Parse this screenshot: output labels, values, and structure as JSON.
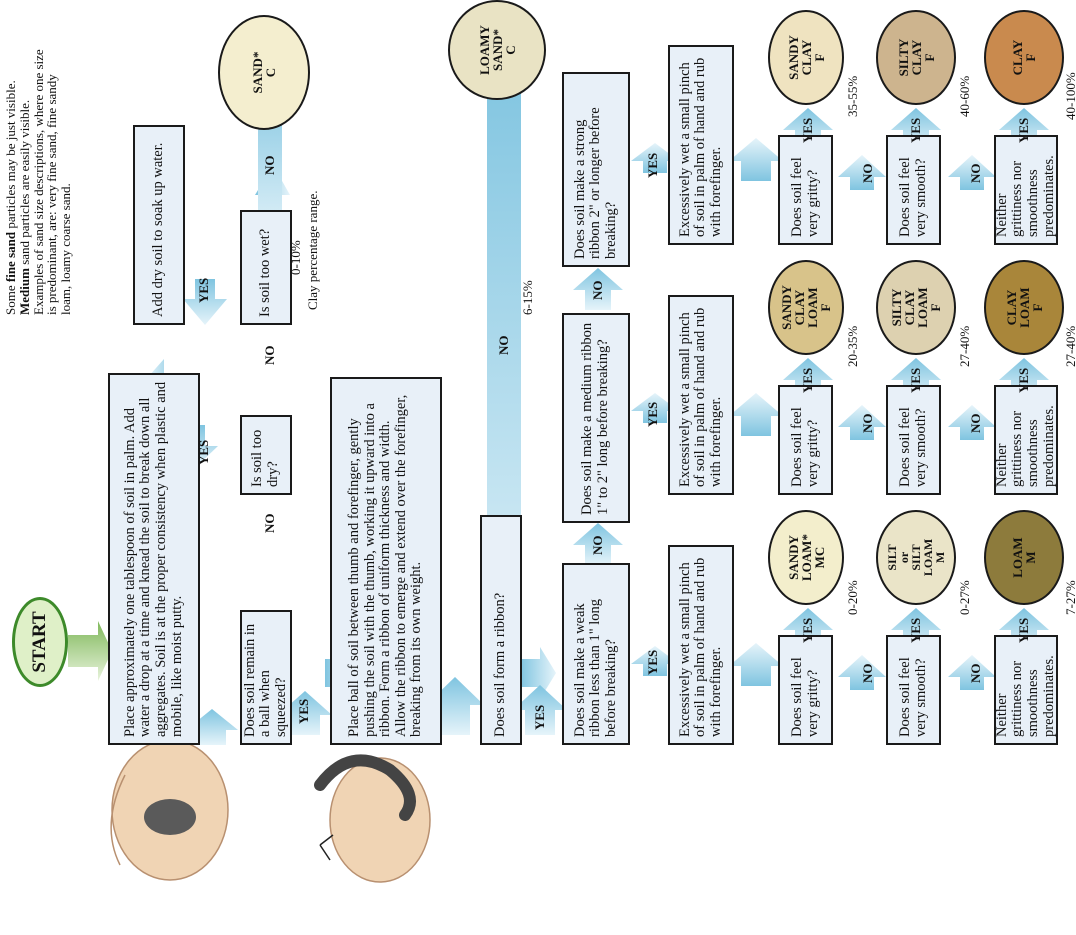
{
  "start_label": "START",
  "intro_note": {
    "line1_prefix": "Some",
    "line1_bold": "fine sand",
    "line1_rest": " particles may be just visible.",
    "line2_bold": "Medium",
    "line2_rest": " sand particles are easily visible.",
    "line3": "Examples of sand size descriptions, where one size",
    "line4": "is predominant, are:  very fine sand, fine sandy",
    "line5": "loam, loamy coarse sand."
  },
  "steps": {
    "place_soil": "Place approximately one tablespoon of soil in palm. Add water a drop at a time and knead the soil to break down all aggregates. Soil is at the proper consistency when plastic and mobile, like moist putty.",
    "ball_question": "Does soil remain in a ball when squeezed?",
    "too_dry": "Is soil too dry?",
    "too_wet": "Is soil too wet?",
    "add_dry": "Add dry soil to soak up water.",
    "ribbon_instruction": "Place ball of soil between thumb and forefinger, gently pushing the soil with the thumb, working it upward into a ribbon. Form a ribbon of uniform thickness and width. Allow the ribbon to emerge and extend over the forefinger, breaking from its own weight.",
    "form_ribbon": "Does soil form a ribbon?",
    "weak_ribbon": "Does soil make a weak ribbon less than 1\" long before breaking?",
    "medium_ribbon": "Does soil make a medium ribbon 1\" to 2\" long before breaking?",
    "strong_ribbon": "Does soil make a strong ribbon 2\" or longer before breaking?",
    "wet_pinch": "Excessively wet a small pinch of soil in palm of hand and rub with forefinger.",
    "gritty": "Does soil feel very gritty?",
    "smooth": "Does soil feel very smooth?",
    "neither": "Neither grittiness nor smoothness predominates."
  },
  "answers": {
    "yes": "YES",
    "no": "NO"
  },
  "clay_note": "Clay percentage range.",
  "results": {
    "sand": {
      "l1": "SAND*",
      "l2": "",
      "l3": "C",
      "pct": "0-10%",
      "color": "#f4eecf"
    },
    "loamy_sand": {
      "l1": "LOAMY",
      "l2": "SAND*",
      "l3": "C",
      "pct": "6-15%",
      "color": "#e9e3c4"
    },
    "sandy_loam": {
      "l1": "SANDY",
      "l2": "LOAM*",
      "l3": "MC",
      "pct": "0-20%",
      "color": "#f3eecc"
    },
    "silt_loam": {
      "l1": "SILT",
      "l2": "or",
      "l3": "SILT",
      "l4": "LOAM",
      "l5": "M",
      "pct": "0-27%",
      "color": "#eae4c8"
    },
    "loam": {
      "l1": "LOAM",
      "l2": "M",
      "pct": "7-27%",
      "color": "#8d7b3c"
    },
    "sandy_clay_loam": {
      "l1": "SANDY",
      "l2": "CLAY",
      "l3": "LOAM",
      "l4": "F",
      "pct": "20-35%",
      "color": "#d8c38a"
    },
    "silty_clay_loam": {
      "l1": "SILTY",
      "l2": "CLAY",
      "l3": "LOAM",
      "l4": "F",
      "pct": "27-40%",
      "color": "#ddd1b0"
    },
    "clay_loam": {
      "l1": "CLAY",
      "l2": "LOAM",
      "l3": "F",
      "pct": "27-40%",
      "color": "#a9863a"
    },
    "sandy_clay": {
      "l1": "SANDY",
      "l2": "CLAY",
      "l3": "F",
      "pct": "35-55%",
      "color": "#efe3c0"
    },
    "silty_clay": {
      "l1": "SILTY",
      "l2": "CLAY",
      "l3": "F",
      "pct": "40-60%",
      "color": "#cdb48e"
    },
    "clay": {
      "l1": "CLAY",
      "l2": "F",
      "pct": "40-100%",
      "color": "#c98a4e"
    }
  },
  "colors": {
    "box_fill": "#e8f0f8",
    "arrow_blue": "#8ccbe3",
    "arrow_green": "#8cc06a",
    "start_border": "#3d8a2a"
  }
}
